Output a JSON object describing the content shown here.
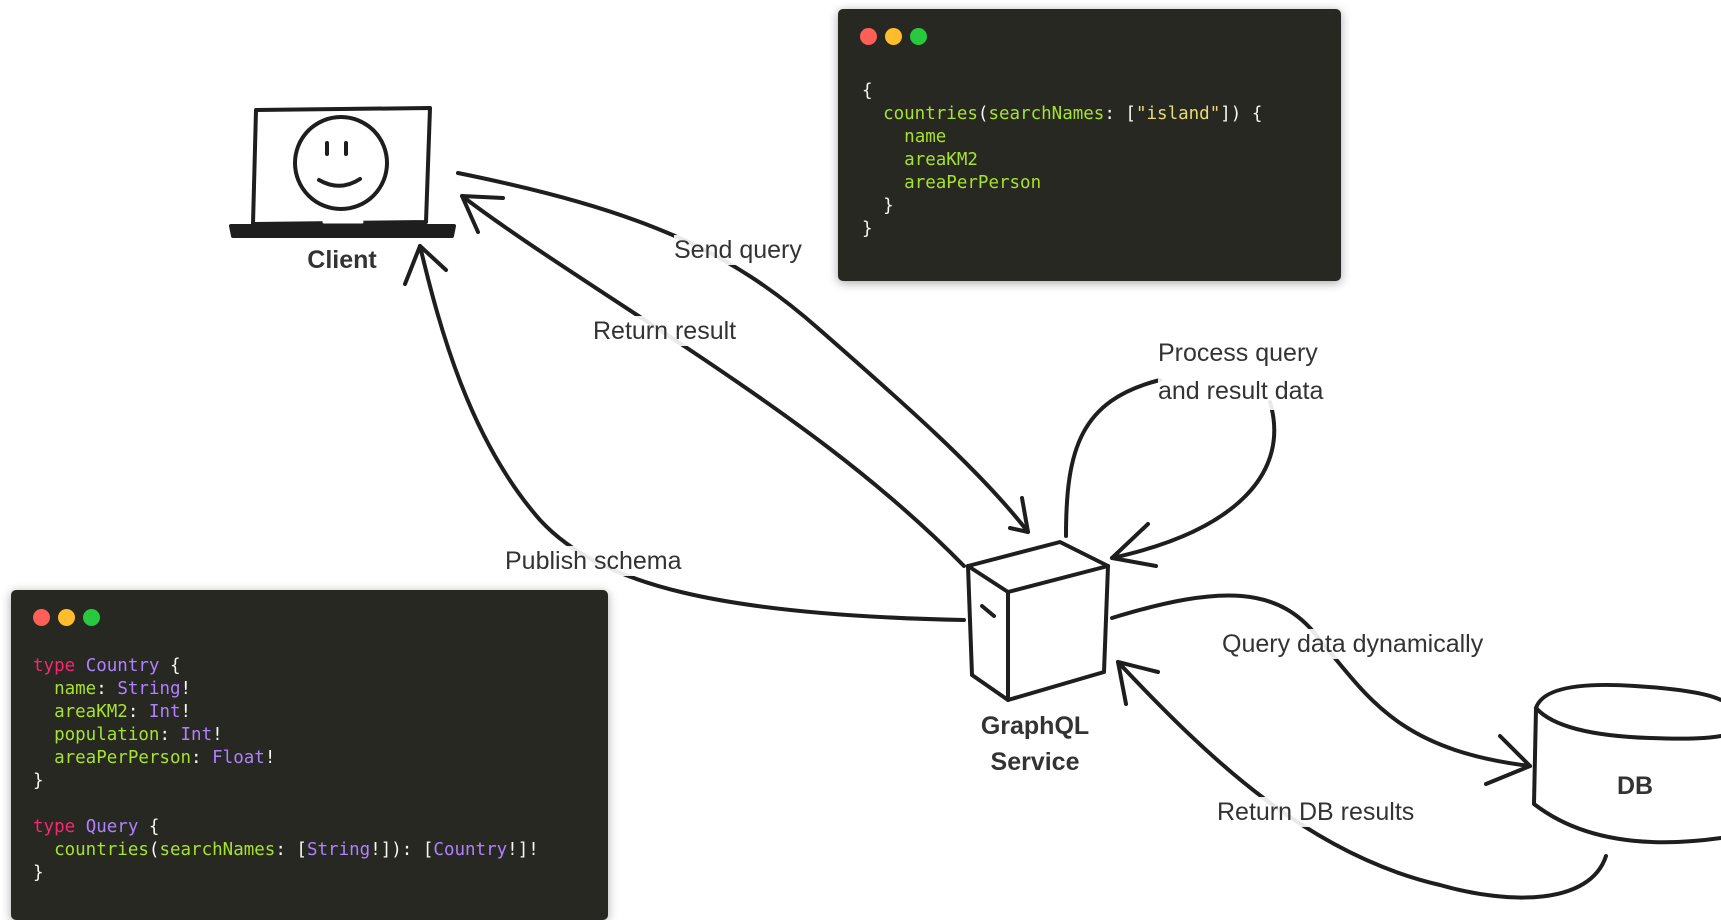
{
  "nodes": {
    "client": "Client",
    "graphql_service_line1": "GraphQL",
    "graphql_service_line2": "Service",
    "db": "DB"
  },
  "edges": {
    "send_query": "Send query",
    "return_result": "Return result",
    "publish_schema": "Publish schema",
    "process_line1": "Process query",
    "process_line2": "and result data",
    "query_data": "Query data dynamically",
    "return_db": "Return DB results"
  },
  "query_window": {
    "dot_colors": [
      "#ff5f56",
      "#ffbd2e",
      "#27c93f"
    ],
    "open_brace": "{",
    "root_field": "countries",
    "arg_name": "searchNames",
    "arg_value": "\"island\"",
    "fields": [
      "name",
      "areaKM2",
      "areaPerPerson"
    ],
    "close_inner": "}",
    "close_outer": "}"
  },
  "schema_window": {
    "dot_colors": [
      "#ff5f56",
      "#ffbd2e",
      "#27c93f"
    ],
    "type_keyword": "type",
    "country_type": "Country",
    "country_fields": [
      {
        "name": "name",
        "type": "String"
      },
      {
        "name": "areaKM2",
        "type": "Int"
      },
      {
        "name": "population",
        "type": "Int"
      },
      {
        "name": "areaPerPerson",
        "type": "Float"
      }
    ],
    "query_type": "Query",
    "query_field": "countries",
    "query_arg": "searchNames",
    "query_arg_type": "String",
    "query_return_type": "Country"
  },
  "colors": {
    "code_bg": "#272822",
    "keyword": "#f92672",
    "field": "#a6e22e",
    "type": "#ae81ff",
    "string": "#e6db74",
    "stroke": "#1e1e1e"
  }
}
